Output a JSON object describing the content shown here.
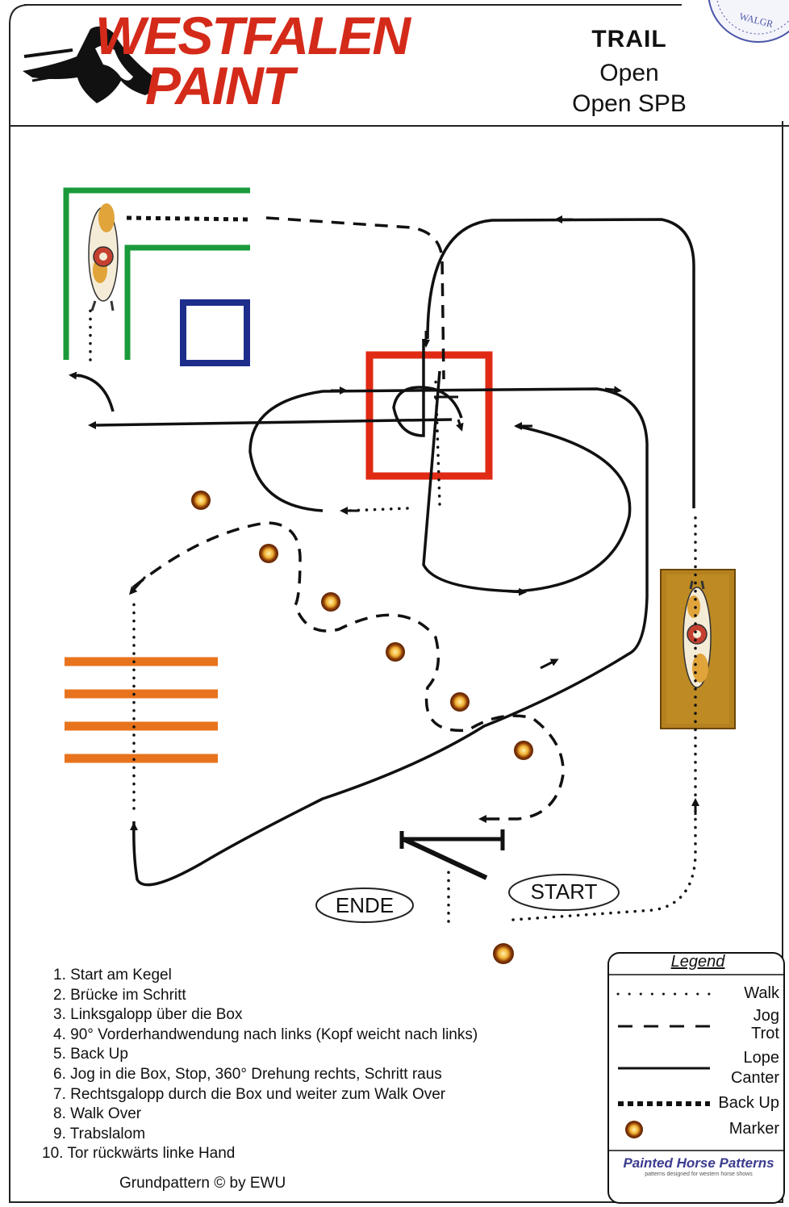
{
  "header": {
    "logo_line1": "WESTFALEN",
    "logo_line2": "PAINT",
    "seal_text": "WALGR",
    "title": "TRAIL",
    "class_1": "Open",
    "class_2": "Open SPB"
  },
  "obstacles": {
    "start_label": "START",
    "end_label": "ENDE"
  },
  "instructions": [
    "1. Start am Kegel",
    "2. Brücke im Schritt",
    "3. Linksgalopp über die Box",
    "4. 90° Vorderhandwendung nach links (Kopf weicht nach links)",
    "5. Back Up",
    "6. Jog in die Box, Stop, 360° Drehung rechts, Schritt raus",
    "7. Rechtsgalopp durch die Box und weiter zum Walk Over",
    "8. Walk Over",
    "9. Trabslalom",
    "10. Tor rückwärts linke Hand"
  ],
  "credit": "Grundpattern © by EWU",
  "legend": {
    "title": "Legend",
    "walk": "Walk",
    "jog": "Jog",
    "trot": "Trot",
    "lope": "Lope",
    "canter": "Canter",
    "backup": "Back Up",
    "marker": "Marker",
    "brand": "Painted Horse Patterns",
    "brand_sub": "patterns designed for western horse shows"
  },
  "colors": {
    "logo_red": "#d42a1a",
    "box_red": "#e02a14",
    "blue_box": "#1e2d8c",
    "green_rail": "#1a9a3a",
    "orange_poles": "#e8731c",
    "bridge_brown": "#b5811f",
    "marker_orange": "#c96a10"
  }
}
